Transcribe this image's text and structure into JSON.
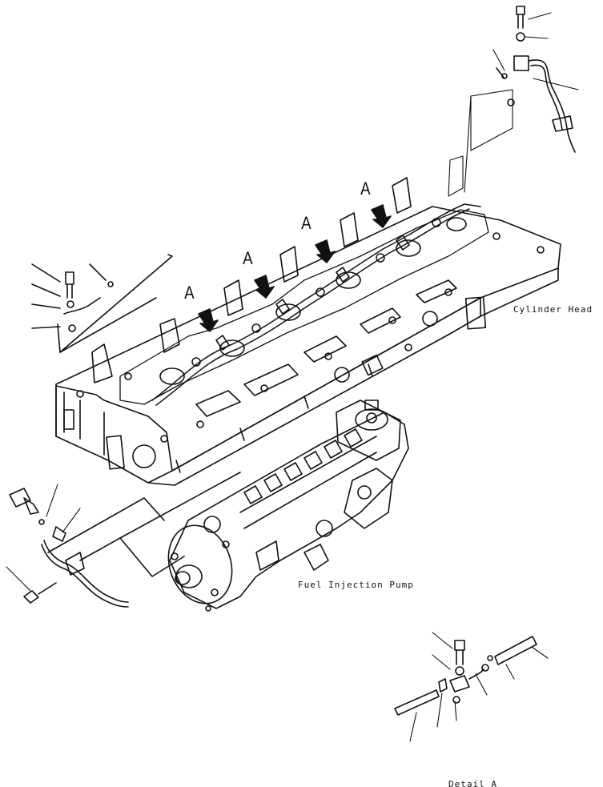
{
  "labels": {
    "cylinder_head": "Cylinder Head",
    "fuel_injection_pump": "Fuel Injection Pump",
    "detail_a": "Detail A"
  },
  "view_marks": [
    "A",
    "A",
    "A",
    "A"
  ]
}
